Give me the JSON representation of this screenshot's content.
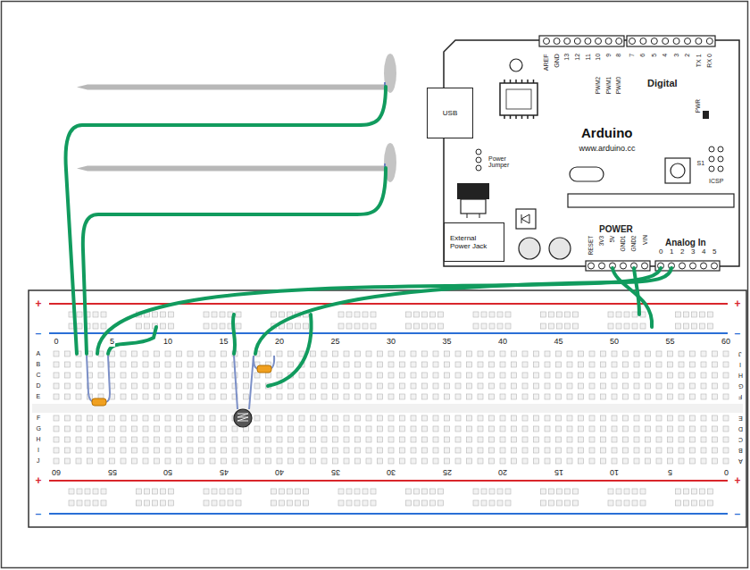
{
  "diagram": {
    "nodes": [
      {
        "text": [
          "Arduino",
          "www.arduino.cc"
        ]
      },
      {
        "text": [
          "USB"
        ],
        "in": 0
      },
      {
        "text": [
          "External Power Jack"
        ],
        "in": 0
      }
    ],
    "labels": [
      "AREF",
      "GND",
      "13",
      "12",
      "11",
      "10",
      "9",
      "8",
      "7",
      "6",
      "5",
      "4",
      "3",
      "2",
      "TX 1",
      "RX 0",
      "PWM2",
      "PWM1",
      "PWM0",
      "Digital",
      "PWR",
      "S1",
      "ICSP",
      "Power Jumper",
      "POWER",
      "RESET",
      "3V3",
      "5V",
      "GND1",
      "GND2",
      "VIN",
      "Analog In",
      "0",
      "1",
      "2",
      "3",
      "4",
      "5",
      "+",
      "+",
      "–",
      "–",
      "0",
      "5",
      "10",
      "15",
      "20",
      "25",
      "30",
      "35",
      "40",
      "45",
      "50",
      "55",
      "60",
      "A",
      "J",
      "B",
      "I",
      "C",
      "H",
      "D",
      "G",
      "E",
      "F",
      "F",
      "E",
      "G",
      "D",
      "H",
      "C",
      "I",
      "B",
      "J",
      "A",
      "60",
      "55",
      "50",
      "45",
      "40",
      "35",
      "30",
      "25",
      "20",
      "15",
      "10",
      "5",
      "0",
      "+",
      "+",
      "–",
      "–"
    ]
  }
}
